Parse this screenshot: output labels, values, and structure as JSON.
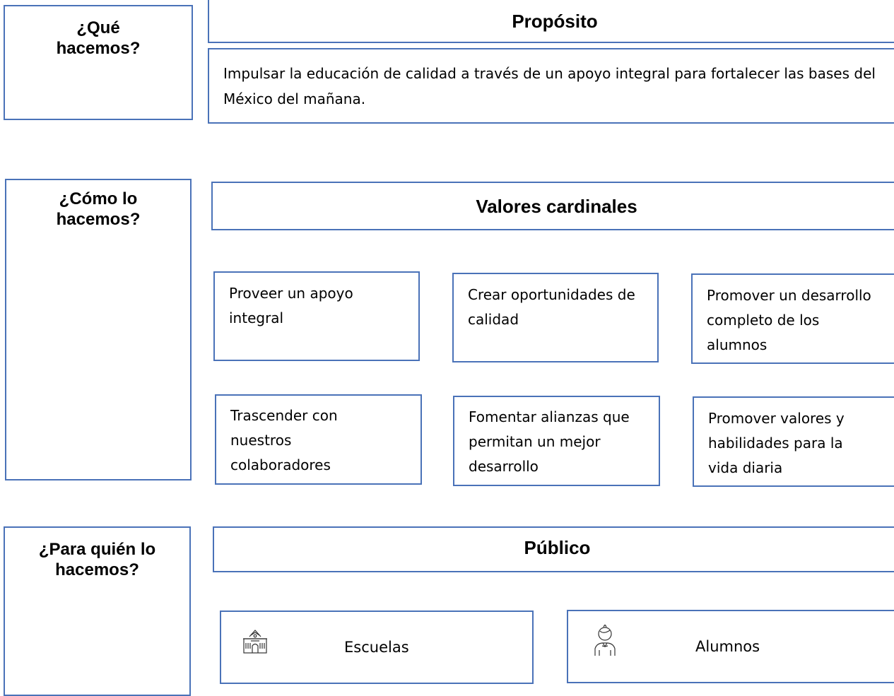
{
  "sections": {
    "que": {
      "question": "¿Qué hacemos?"
    },
    "como": {
      "question": "¿Cómo lo hacemos?"
    },
    "para_quien": {
      "question": "¿Para quién lo hacemos?"
    }
  },
  "proposito": {
    "title": "Propósito",
    "text": "Impulsar la educación de calidad a través de un apoyo integral para fortalecer las bases del México del mañana."
  },
  "valores": {
    "title": "Valores cardinales",
    "items": [
      "Proveer un apoyo integral",
      "Crear oportunidades de calidad",
      "Promover un desarrollo completo de los alumnos",
      "Trascender con nuestros colaboradores",
      "Fomentar alianzas que permitan un mejor desarrollo",
      "Promover valores y habilidades para la vida diaria"
    ]
  },
  "publico": {
    "title": "Público",
    "items": [
      {
        "label": "Escuelas",
        "icon": "school-building-icon"
      },
      {
        "label": "Alumnos",
        "icon": "student-icon"
      }
    ]
  },
  "colors": {
    "border": "#4a72b8",
    "text": "#000000",
    "background": "#ffffff"
  }
}
